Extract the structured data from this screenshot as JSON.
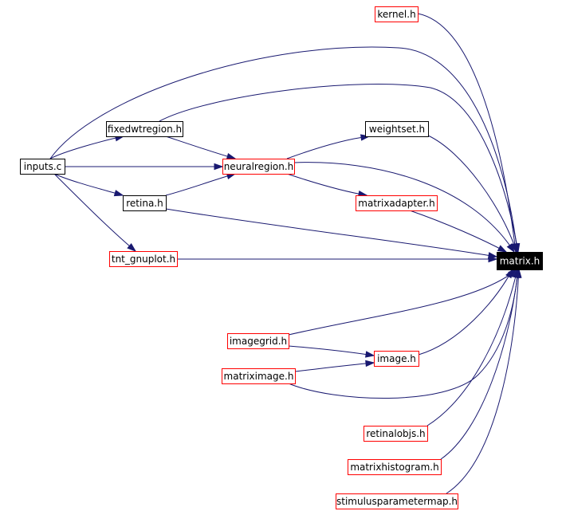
{
  "nodes": [
    {
      "id": "kernel_h",
      "label": "kernel.h",
      "border": "red"
    },
    {
      "id": "fixedwtregion_h",
      "label": "fixedwtregion.h",
      "border": "black"
    },
    {
      "id": "weightset_h",
      "label": "weightset.h",
      "border": "black"
    },
    {
      "id": "inputs_c",
      "label": "inputs.c",
      "border": "black"
    },
    {
      "id": "neuralregion_h",
      "label": "neuralregion.h",
      "border": "red"
    },
    {
      "id": "retina_h",
      "label": "retina.h",
      "border": "black"
    },
    {
      "id": "matrixadapter_h",
      "label": "matrixadapter.h",
      "border": "red"
    },
    {
      "id": "tnt_gnuplot_h",
      "label": "tnt_gnuplot.h",
      "border": "red"
    },
    {
      "id": "matrix_h",
      "label": "matrix.h",
      "border": "focus"
    },
    {
      "id": "imagegrid_h",
      "label": "imagegrid.h",
      "border": "red"
    },
    {
      "id": "image_h",
      "label": "image.h",
      "border": "red"
    },
    {
      "id": "matriximage_h",
      "label": "matriximage.h",
      "border": "red"
    },
    {
      "id": "retinalobjs_h",
      "label": "retinalobjs.h",
      "border": "red"
    },
    {
      "id": "matrixhistogram_h",
      "label": "matrixhistogram.h",
      "border": "red"
    },
    {
      "id": "stimulusparametermap_h",
      "label": "stimulusparametermap.h",
      "border": "red"
    }
  ],
  "edges": [
    {
      "from": "kernel_h",
      "to": "matrix_h"
    },
    {
      "from": "inputs_c",
      "to": "fixedwtregion_h"
    },
    {
      "from": "inputs_c",
      "to": "neuralregion_h"
    },
    {
      "from": "inputs_c",
      "to": "retina_h"
    },
    {
      "from": "inputs_c",
      "to": "tnt_gnuplot_h"
    },
    {
      "from": "inputs_c",
      "to": "matrix_h"
    },
    {
      "from": "fixedwtregion_h",
      "to": "neuralregion_h"
    },
    {
      "from": "fixedwtregion_h",
      "to": "matrix_h"
    },
    {
      "from": "retina_h",
      "to": "neuralregion_h"
    },
    {
      "from": "retina_h",
      "to": "matrix_h"
    },
    {
      "from": "neuralregion_h",
      "to": "weightset_h"
    },
    {
      "from": "neuralregion_h",
      "to": "matrixadapter_h"
    },
    {
      "from": "neuralregion_h",
      "to": "matrix_h"
    },
    {
      "from": "weightset_h",
      "to": "matrix_h"
    },
    {
      "from": "matrixadapter_h",
      "to": "matrix_h"
    },
    {
      "from": "tnt_gnuplot_h",
      "to": "matrix_h"
    },
    {
      "from": "imagegrid_h",
      "to": "image_h"
    },
    {
      "from": "imagegrid_h",
      "to": "matrix_h"
    },
    {
      "from": "matriximage_h",
      "to": "image_h"
    },
    {
      "from": "matriximage_h",
      "to": "matrix_h"
    },
    {
      "from": "image_h",
      "to": "matrix_h"
    },
    {
      "from": "retinalobjs_h",
      "to": "matrix_h"
    },
    {
      "from": "matrixhistogram_h",
      "to": "matrix_h"
    },
    {
      "from": "stimulusparametermap_h",
      "to": "matrix_h"
    }
  ]
}
